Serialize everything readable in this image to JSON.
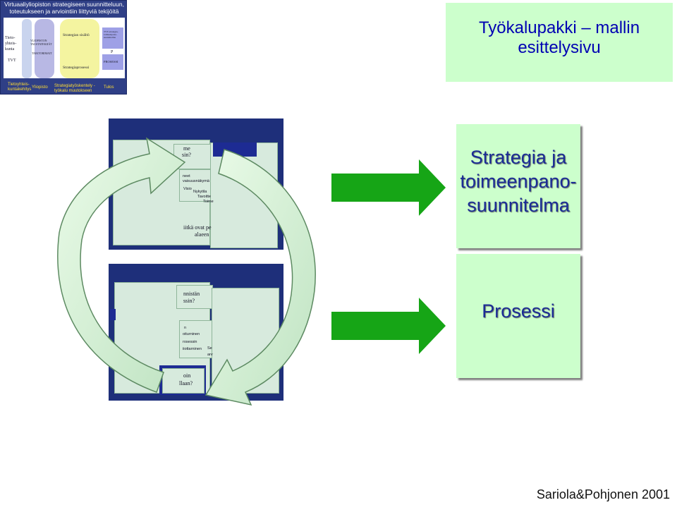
{
  "thumbnail": {
    "header_line1": "Virtuaaliyliopiston strategiseen suunnitteluun,",
    "header_line2": "toteutukseen ja arviointiin liittyviä tekijöitä",
    "left_labels": [
      "Tieto-",
      "yhteis-",
      "kunta",
      "TVT"
    ],
    "col_labels": [
      "YLIOPISTON",
      "TAUSTATEKIJÄT",
      "TAIKTORIMAIT"
    ],
    "center_top": "Strategian sisältö",
    "center_bottom": "Strategiaprosessi",
    "right_top": "TVT-strategia-toimeenpano-suunnitelma",
    "right_p": "P",
    "right_bottom": "PROSESSI",
    "footer_items": [
      "Tietoyhteis-kuntakehitys",
      "Yliopisto",
      "Strategiatyöskentely - työkalu muutokseen",
      "Tulos"
    ]
  },
  "title": {
    "line1": "Työkalupakki – mallin",
    "line2": "esittelysivu"
  },
  "upper_panel": {
    "fragments": [
      "me",
      "sin?",
      "neet",
      "vaisuusnäkymä",
      "Visio",
      "Nykytila",
      "Tavoitte",
      "Toime",
      "iitkä ovat pe",
      "alaeen"
    ]
  },
  "lower_panel": {
    "fragments": [
      "nnistän",
      "ssin?",
      "n",
      "oiturninen",
      "rosessin",
      "iiottarninen",
      "Se",
      "arv",
      "oin",
      "llaan?"
    ]
  },
  "banners": {
    "strategia": [
      "Strategia ja",
      "toimeenpano-",
      "suunnitelma"
    ],
    "prosessi": "Prosessi"
  },
  "credit": "Sariola&Pohjonen 2001",
  "colors": {
    "title_bg": "#ccffcc",
    "title_text": "#0000b3",
    "arrow_green": "#16a516",
    "panel_blue": "#1e2f7a",
    "banner_text": "#1b2c96"
  }
}
